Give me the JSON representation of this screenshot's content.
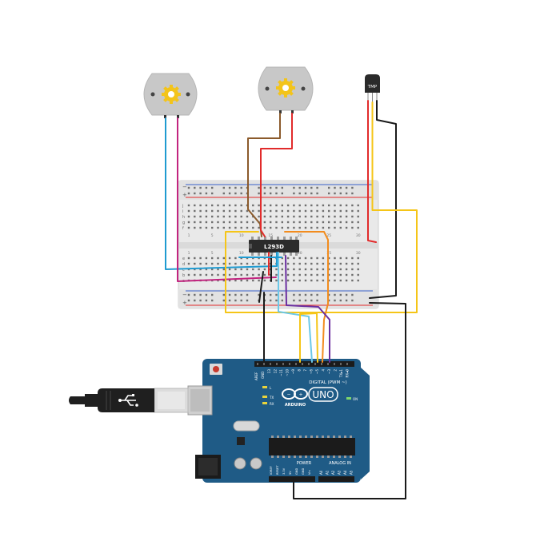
{
  "components": {
    "driver_chip": {
      "label": "L293D"
    },
    "temp_sensor": {
      "label": "TMP"
    },
    "arduino": {
      "logo": "UNO",
      "brand": "ARDUINO",
      "digital_label": "DIGITAL (PWM ~)",
      "power_label": "POWER",
      "analog_label": "ANALOG IN",
      "led_on": "ON",
      "led_l": "L",
      "led_tx": "TX",
      "led_rx": "RX",
      "aref": "AREF",
      "gnd_top": "GND",
      "digital_pins": [
        "13",
        "12",
        "~11",
        "~10",
        "~9",
        "8",
        "7",
        "~6",
        "~5",
        "4",
        "~3",
        "2",
        "TX▸1",
        "RX◂0"
      ],
      "power_pins": [
        "IOREF",
        "RESET",
        "3.3V",
        "5V",
        "GND",
        "GND",
        "Vin"
      ],
      "analog_pins": [
        "A0",
        "A1",
        "A2",
        "A3",
        "A4",
        "A5"
      ]
    },
    "breadboard": {
      "column_numbers": [
        "1",
        "5",
        "10",
        "15",
        "20",
        "25",
        "30"
      ],
      "row_letters_top": [
        "j",
        "i",
        "h",
        "g",
        "f"
      ],
      "row_letters_bottom": [
        "e",
        "d",
        "c",
        "b",
        "a"
      ],
      "rail_minus": "−",
      "rail_plus": "+"
    }
  },
  "colors": {
    "wire_blue": "#1f9bd1",
    "wire_magenta": "#c2247f",
    "wire_red": "#e12b2b",
    "wire_brown": "#8b5a2b",
    "wire_black": "#1a1a1a",
    "wire_yellow": "#f5c518",
    "wire_orange": "#f28c1e",
    "wire_cyan": "#6cc8e8",
    "wire_purple": "#6b2fa0",
    "board": "#1f5b86",
    "motor_body": "#c8c8c8",
    "gear": "#f3c41b"
  },
  "icons": [
    "motor-gear-icon",
    "usb-cable-icon",
    "arduino-infinity-logo-icon"
  ]
}
